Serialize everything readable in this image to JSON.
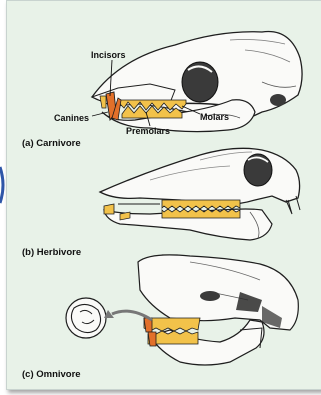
{
  "panels": [
    {
      "caption": "(a) Carnivore"
    },
    {
      "caption": "(b) Herbivore"
    },
    {
      "caption": "(c) Omnivore"
    }
  ],
  "tooth_labels": {
    "incisors": "Incisors",
    "canines": "Canines",
    "premolars": "Premolars",
    "molars": "Molars"
  },
  "colors": {
    "background": "#e8f2e8",
    "tooth_fill": "#f2c24a",
    "canine_fill": "#e2702a",
    "bone_fill": "#fafaf8",
    "shade": "#2a2a2a"
  }
}
